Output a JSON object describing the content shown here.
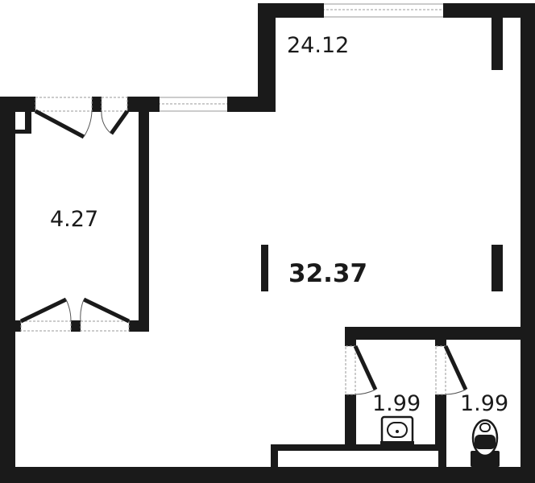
{
  "rooms": {
    "main_room_area": "24.12",
    "side_room_area": "4.27",
    "bathroom_area": "1.99",
    "toilet_area": "1.99"
  },
  "total_area": "32.37",
  "colors": {
    "wall": "#1a1a1a",
    "background": "#ffffff",
    "window": "#9a9a9a",
    "door_swing": "#555555"
  }
}
